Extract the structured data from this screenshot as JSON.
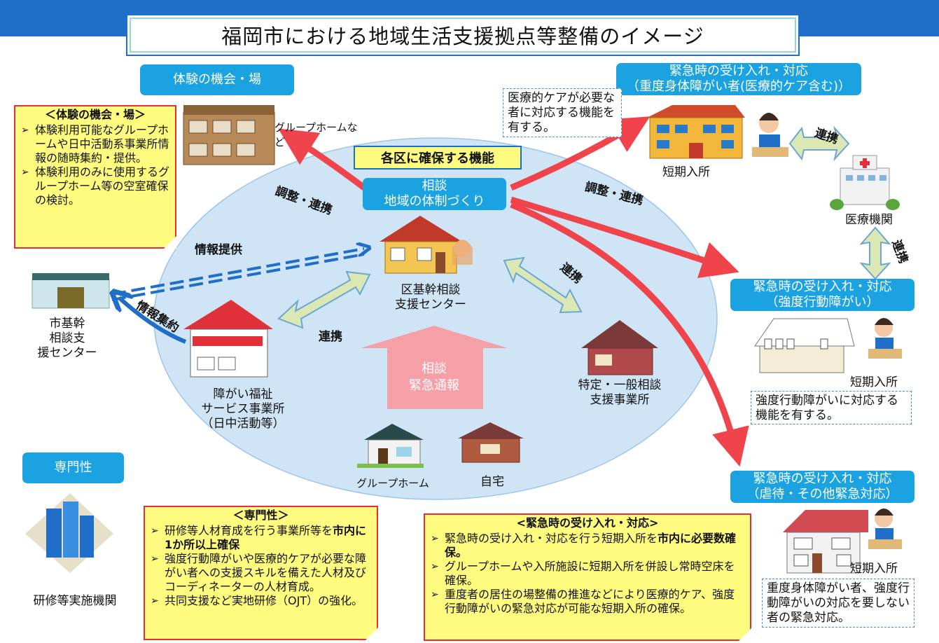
{
  "title": "福岡市における地域生活支援拠点等整備のイメージ",
  "labels": {
    "experience": "体験の機会・場",
    "expertise": "専門性",
    "ward_function": "各区に確保する機能",
    "center_line1": "相談",
    "center_line2": "地域の体制づくり",
    "emergency_medical_line1": "緊急時の受け入れ・対応",
    "emergency_medical_line2": "（重度身体障がい者(医療的ケア含む)）",
    "emergency_behavior_line1": "緊急時の受け入れ・対応",
    "emergency_behavior_line2": "（強度行動障がい）",
    "emergency_abuse_line1": "緊急時の受け入れ・対応",
    "emergency_abuse_line2": "（虐待・その他緊急対応）"
  },
  "notes": {
    "experience": {
      "head": "＜体験の機会・場＞",
      "items": [
        "体験利用可能なグループホームや日中活動系事業所情報の随時集約・提供。",
        "体験利用のみに使用するグループホーム等の空室確保の検討。"
      ]
    },
    "expertise": {
      "head": "＜専門性＞",
      "item1_pre": "研修等人材育成を行う事業所等を",
      "item1_bold": "市内に1か所以上確保",
      "item2": "強度行動障がいや医療的ケアが必要な障がい者への支援スキルを備えた人材及びコーディネーターの人材育成。",
      "item3": "共同支援など実地研修（OJT）の強化。"
    },
    "emergency": {
      "head": "<緊急時の受け入れ・対応>",
      "item1_pre": "緊急時の受け入れ・対応を行う短期入所を",
      "item1_bold": "市内に必要数確保。",
      "item2": "グループホームや入所施設に短期入所を併設し常時空床を確保。",
      "item3": "重度者の居住の場整備の推進などにより医療的ケア、強度行動障がいの緊急対応が可能な短期入所の確保。"
    }
  },
  "dashed_notes": {
    "medical": "医療的ケアが必要な者に対応する機能を有する。",
    "behavior": "強度行動障がいに対応する機能を有する。",
    "abuse": "重度身体障がい者、強度行動障がいの対応を要しない者の緊急対応。"
  },
  "captions": {
    "group_home_etc": "グループホームなど",
    "short_stay_1": "短期入所",
    "medical_institution": "医療機関",
    "short_stay_2": "短期入所",
    "short_stay_3": "短期入所",
    "ward_center_line1": "区基幹相談",
    "ward_center_line2": "支援センター",
    "city_center_line1": "市基幹",
    "city_center_line2": "相談支",
    "city_center_line3": "援センター",
    "welfare_line1": "障がい福祉",
    "welfare_line2": "サービス事業所",
    "welfare_line3": "（日中活動等）",
    "consult_office_line1": "特定・一般相談",
    "consult_office_line2": "支援事業所",
    "group_home": "グループホーム",
    "home": "自宅",
    "training": "研修等実施機関",
    "up_arrow_line1": "相談",
    "up_arrow_line2": "緊急通報"
  },
  "arrow_labels": {
    "coord_left": "調整・連携",
    "coord_right": "調整・連携",
    "info_provide": "情報提供",
    "info_collect": "情報集約",
    "link_left": "連携",
    "link_right": "連携",
    "link_medical": "連携",
    "link_vertical": "連携"
  },
  "colors": {
    "banner": "#1f6fc8",
    "label_blue": "#1aa3e0",
    "note_fill": "#fffb7f",
    "note_border": "#e0303a",
    "ellipse": "#cfe5f6",
    "red_arrow": "#f0444c",
    "up_arrow": "#f4a0a6",
    "link_arrow": "#dbe8b4"
  }
}
